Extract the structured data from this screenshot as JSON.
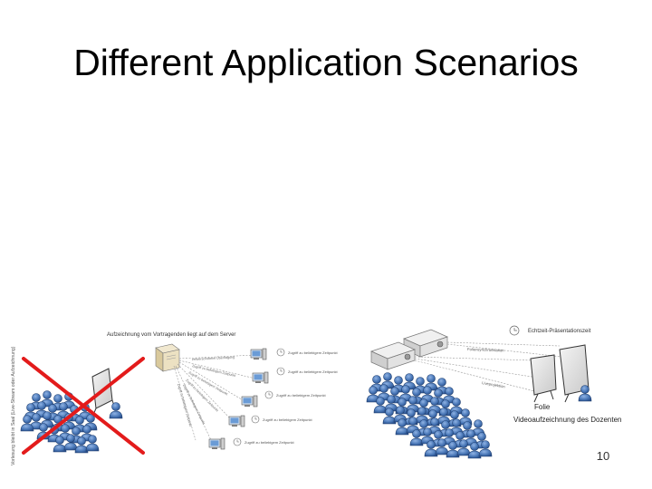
{
  "slide": {
    "title": "Different Application Scenarios",
    "number": "10"
  },
  "left_figure": {
    "side_caption": "Vorlesung bleibt in Saal (Live-Stream oder Aufzeichnung)",
    "header": "Aufzeichnung vom Vortragenden liegt auf dem Server",
    "connection_labels": [
      "zeitverschobene Übertragung",
      "Zugriff zu beliebigem Zeitpunkt",
      "Zugriff zu beliebigem Zeitpunkt",
      "Zugriff zu beliebigem Zeitpunkt",
      "Zugriff zu beliebigem Zeitpunkt",
      "Zugriff zu beliebigem Zeitpunkt"
    ],
    "client_labels": [
      "Zugriff zu beliebigem Zeitpunkt",
      "Zugriff zu beliebigem Zeitpunkt",
      "Zugriff zu beliebigem Zeitpunkt",
      "Zugriff zu beliebigem Zeitpunkt",
      "Zugriff zu beliebigem Zeitpunkt"
    ]
  },
  "right_figure": {
    "clock_label": "Echtzeit-Präsentationszeit",
    "beam_label_top": "Foliensynchronisation",
    "beam_label_bottom": "Liveprojektion",
    "slide_label": "Folie",
    "video_label": "Videoaufzeichnung des Dozenten"
  },
  "colors": {
    "cross": "#e31b1b",
    "people_fill": "#4a78b8",
    "people_dark": "#2a4f8a",
    "line": "#9a9a9a"
  }
}
